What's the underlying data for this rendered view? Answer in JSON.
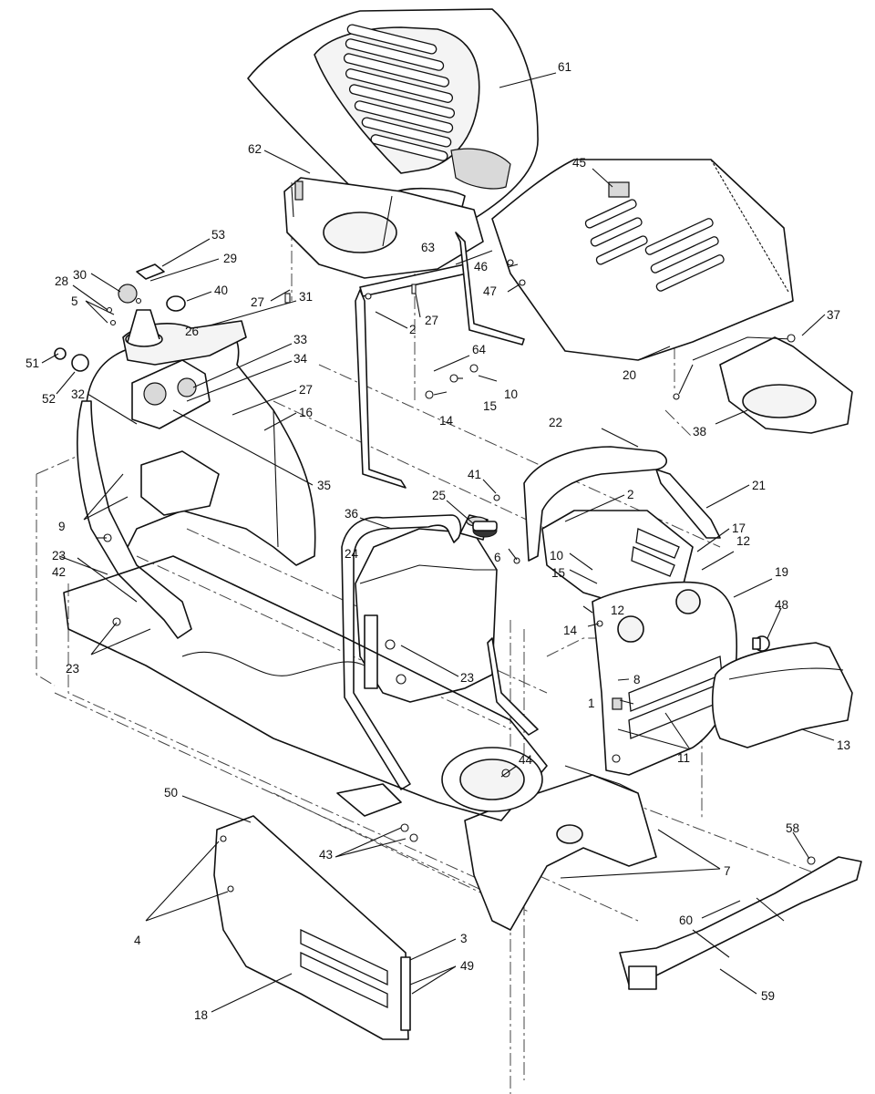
{
  "diagram": {
    "colors": {
      "line": "#111111",
      "background": "#ffffff",
      "shade": "#d9d9d9"
    },
    "callouts": [
      {
        "id": "c61",
        "text": "61"
      },
      {
        "id": "c62",
        "text": "62"
      },
      {
        "id": "c45",
        "text": "45"
      },
      {
        "id": "c53",
        "text": "53"
      },
      {
        "id": "c30",
        "text": "30"
      },
      {
        "id": "c29",
        "text": "29"
      },
      {
        "id": "c28",
        "text": "28"
      },
      {
        "id": "c40",
        "text": "40"
      },
      {
        "id": "c27a",
        "text": "27"
      },
      {
        "id": "c31",
        "text": "31"
      },
      {
        "id": "c5",
        "text": "5"
      },
      {
        "id": "c63",
        "text": "63"
      },
      {
        "id": "c46",
        "text": "46"
      },
      {
        "id": "c47",
        "text": "47"
      },
      {
        "id": "c2a",
        "text": "2"
      },
      {
        "id": "c27b",
        "text": "27"
      },
      {
        "id": "c26",
        "text": "26"
      },
      {
        "id": "c37",
        "text": "37"
      },
      {
        "id": "c33",
        "text": "33"
      },
      {
        "id": "c34",
        "text": "34"
      },
      {
        "id": "c51",
        "text": "51"
      },
      {
        "id": "c52",
        "text": "52"
      },
      {
        "id": "c32",
        "text": "32"
      },
      {
        "id": "c27c",
        "text": "27"
      },
      {
        "id": "c16",
        "text": "16"
      },
      {
        "id": "c64",
        "text": "64"
      },
      {
        "id": "c10a",
        "text": "10"
      },
      {
        "id": "c15a",
        "text": "15"
      },
      {
        "id": "c14a",
        "text": "14"
      },
      {
        "id": "c20",
        "text": "20"
      },
      {
        "id": "c38",
        "text": "38"
      },
      {
        "id": "c22",
        "text": "22"
      },
      {
        "id": "c35",
        "text": "35"
      },
      {
        "id": "c41",
        "text": "41"
      },
      {
        "id": "c21",
        "text": "21"
      },
      {
        "id": "c9",
        "text": "9"
      },
      {
        "id": "c36",
        "text": "36"
      },
      {
        "id": "c25",
        "text": "25"
      },
      {
        "id": "c2b",
        "text": "2"
      },
      {
        "id": "c17",
        "text": "17"
      },
      {
        "id": "c23a",
        "text": "23"
      },
      {
        "id": "c24",
        "text": "24"
      },
      {
        "id": "c6",
        "text": "6"
      },
      {
        "id": "c12a",
        "text": "12"
      },
      {
        "id": "c42",
        "text": "42"
      },
      {
        "id": "c10b",
        "text": "10"
      },
      {
        "id": "c15b",
        "text": "15"
      },
      {
        "id": "c19",
        "text": "19"
      },
      {
        "id": "c12b",
        "text": "12"
      },
      {
        "id": "c14b",
        "text": "14"
      },
      {
        "id": "c48",
        "text": "48"
      },
      {
        "id": "c23b",
        "text": "23"
      },
      {
        "id": "c23c",
        "text": "23"
      },
      {
        "id": "c8",
        "text": "8"
      },
      {
        "id": "c1",
        "text": "1"
      },
      {
        "id": "c11",
        "text": "11"
      },
      {
        "id": "c13",
        "text": "13"
      },
      {
        "id": "c44",
        "text": "44"
      },
      {
        "id": "c50",
        "text": "50"
      },
      {
        "id": "c43",
        "text": "43"
      },
      {
        "id": "c58",
        "text": "58"
      },
      {
        "id": "c7",
        "text": "7"
      },
      {
        "id": "c4",
        "text": "4"
      },
      {
        "id": "c60",
        "text": "60"
      },
      {
        "id": "c3",
        "text": "3"
      },
      {
        "id": "c49",
        "text": "49"
      },
      {
        "id": "c59",
        "text": "59"
      },
      {
        "id": "c18",
        "text": "18"
      }
    ]
  }
}
